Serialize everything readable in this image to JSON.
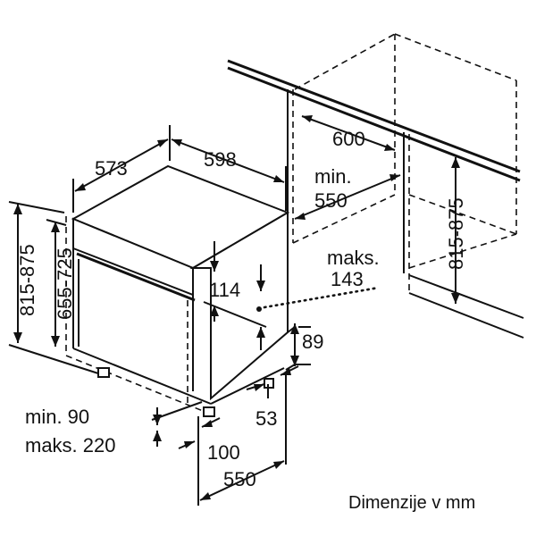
{
  "dimensions": {
    "depth": "573",
    "width": "598",
    "height_range": "815-875",
    "body_height_range": "655-725",
    "niche_width": "600",
    "niche_min_label": "min.",
    "niche_min_value": "550",
    "niche_height_range": "815-875",
    "panel_max_label": "maks.",
    "panel_max_value": "143",
    "panel_gap": "114",
    "plinth_height": "89",
    "plinth_depth": "53",
    "toe_min": "min. 90",
    "toe_max": "maks. 220",
    "setback": "100",
    "bottom_depth": "550"
  },
  "caption": "Dimenzije v mm"
}
